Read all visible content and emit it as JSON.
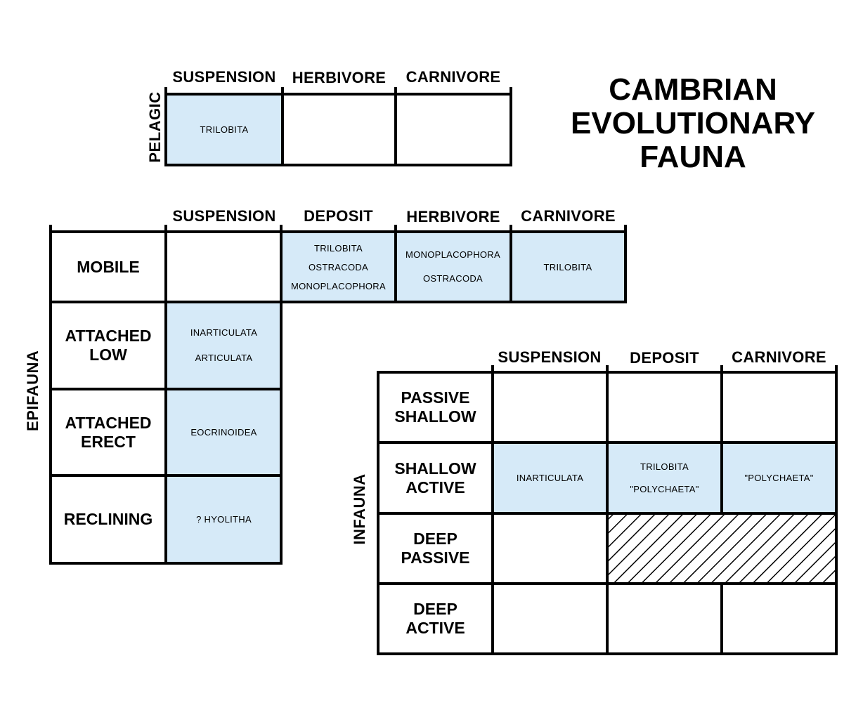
{
  "title": {
    "line1": "CAMBRIAN",
    "line2": "EVOLUTIONARY",
    "line3": "FAUNA"
  },
  "pelagic": {
    "label": "PELAGIC",
    "columns": [
      "SUSPENSION",
      "HERBIVORE",
      "CARNIVORE"
    ],
    "cells": [
      [
        "TRILOBITA"
      ],
      [],
      []
    ]
  },
  "epifauna": {
    "label": "EPIFAUNA",
    "columns": [
      "SUSPENSION",
      "DEPOSIT",
      "HERBIVORE",
      "CARNIVORE"
    ],
    "rows": [
      {
        "label_line1": "MOBILE",
        "label_line2": ""
      },
      {
        "label_line1": "ATTACHED",
        "label_line2": "LOW"
      },
      {
        "label_line1": "ATTACHED",
        "label_line2": "ERECT"
      },
      {
        "label_line1": "RECLINING",
        "label_line2": ""
      }
    ],
    "mobile_cells": [
      [],
      [
        "TRILOBITA",
        "OSTRACODA",
        "MONOPLACOPHORA"
      ],
      [
        "MONOPLACOPHORA",
        "OSTRACODA"
      ],
      [
        "TRILOBITA"
      ]
    ],
    "suspension_cells": [
      [
        "INARTICULATA",
        "ARTICULATA"
      ],
      [
        "EOCRINOIDEA"
      ],
      [
        "? HYOLITHA"
      ]
    ]
  },
  "infauna": {
    "label": "INFAUNA",
    "columns": [
      "SUSPENSION",
      "DEPOSIT",
      "CARNIVORE"
    ],
    "rows": [
      {
        "label_line1": "PASSIVE",
        "label_line2": "SHALLOW"
      },
      {
        "label_line1": "SHALLOW",
        "label_line2": "ACTIVE"
      },
      {
        "label_line1": "DEEP",
        "label_line2": "PASSIVE"
      },
      {
        "label_line1": "DEEP",
        "label_line2": "ACTIVE"
      }
    ],
    "shallow_active_cells": [
      [
        "INARTICULATA"
      ],
      [
        "TRILOBITA",
        "\"POLYCHAETA\""
      ],
      [
        "\"POLYCHAETA\""
      ]
    ]
  },
  "colors": {
    "occupied": "#d6eaf8",
    "line": "#000000"
  }
}
